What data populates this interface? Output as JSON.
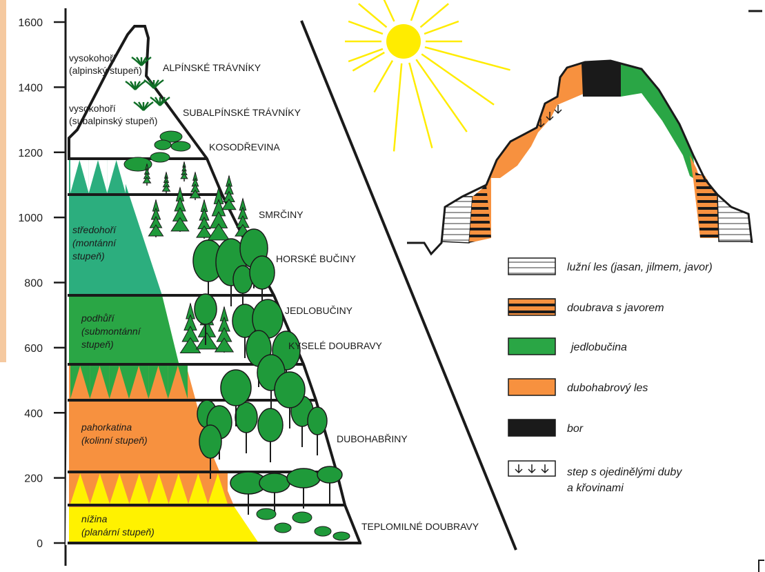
{
  "axis": {
    "ticks": [
      {
        "label": "1600",
        "value": 1600
      },
      {
        "label": "1400",
        "value": 1400
      },
      {
        "label": "1200",
        "value": 1200
      },
      {
        "label": "1000",
        "value": 1000
      },
      {
        "label": "800",
        "value": 800
      },
      {
        "label": "600",
        "value": 600
      },
      {
        "label": "400",
        "value": 400
      },
      {
        "label": "200",
        "value": 200
      },
      {
        "label": "0",
        "value": 0
      }
    ]
  },
  "stages": {
    "alpine": {
      "line1": "vysokohoří",
      "line2": "(alpinský stupeň)"
    },
    "subalpine": {
      "line1": "vysokohoří",
      "line2": "(subalpinský stupeň)"
    },
    "montane": {
      "line1": "středohoří",
      "line2": "(montánní",
      "line3": "stupeň)"
    },
    "submontane": {
      "line1": "podhůří",
      "line2": "(submontánní",
      "line3": "stupeň)"
    },
    "colline": {
      "line1": "pahorkatina",
      "line2": "(kolinní stupeň)"
    },
    "planar": {
      "line1": "nížina",
      "line2": "(planární stupeň)"
    }
  },
  "belts": {
    "alpine_meadows": "ALPÍNSKÉ TRÁVNÍKY",
    "subalpine_meadows": "SUBALPÍNSKÉ TRÁVNÍKY",
    "dwarf_pine": "KOSODŘEVINA",
    "spruce": "SMRČINY",
    "mountain_beech": "HORSKÉ BUČINY",
    "fir_beech": "JEDLOBUČINY",
    "acid_oak": "KYSELÉ DOUBRAVY",
    "oak_hornbeam": "DUBOHABŘINY",
    "thermophilous_oak": "TEPLOMILNÉ DOUBRAVY"
  },
  "legend": [
    {
      "key": "floodplain",
      "label": "lužní les (jasan, jilmem, javor)"
    },
    {
      "key": "oak_maple",
      "label": "doubrava s javorem"
    },
    {
      "key": "fir_beech",
      "label": "jedlobučina"
    },
    {
      "key": "oak_hornbeam_forest",
      "label": "dubohabrový les"
    },
    {
      "key": "pine",
      "label": "bor"
    },
    {
      "key": "steppe",
      "label": "step s ojedinělými duby",
      "label2": "a křovinami"
    }
  ],
  "colors": {
    "orange": "#f7913f",
    "green": "#2aa645",
    "teal": "#2cae7e",
    "yellow": "#fff200",
    "dark": "#1a1a1a",
    "sun": "#ffec00",
    "tree": "#1f9a3a"
  }
}
